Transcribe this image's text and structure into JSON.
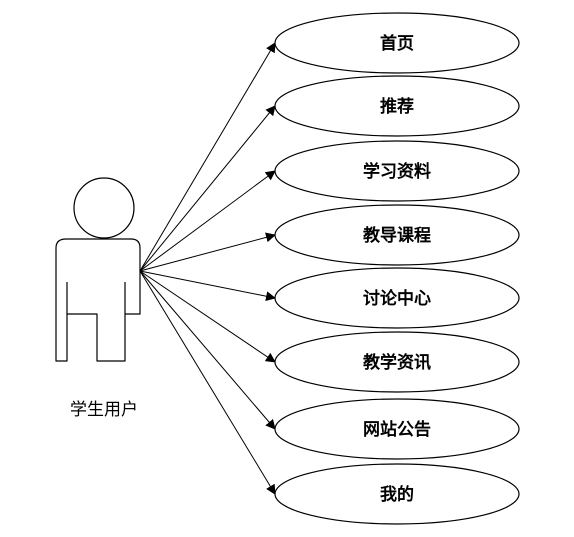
{
  "actor": {
    "name": "学生用户"
  },
  "use_cases": [
    {
      "label": "首页"
    },
    {
      "label": "推荐"
    },
    {
      "label": "学习资料"
    },
    {
      "label": "教导课程"
    },
    {
      "label": "讨论中心"
    },
    {
      "label": "教学资讯"
    },
    {
      "label": "网站公告"
    },
    {
      "label": "我的"
    }
  ]
}
